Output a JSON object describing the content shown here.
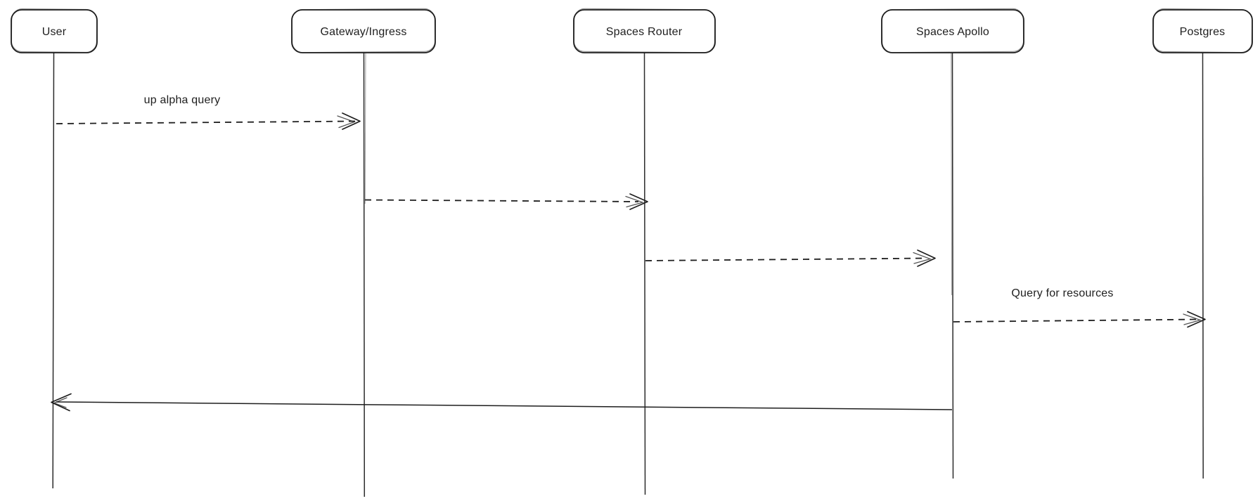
{
  "diagram": {
    "kind": "sequence-diagram",
    "style": "hand-drawn",
    "colors": {
      "background": "#ffffff",
      "stroke": "#1e1e1e",
      "text": "#1e1e1e"
    },
    "actors": [
      {
        "name": "User"
      },
      {
        "name": "Gateway/Ingress"
      },
      {
        "name": "Spaces Router"
      },
      {
        "name": "Spaces Apollo"
      },
      {
        "name": "Postgres"
      }
    ],
    "messages": [
      {
        "from": "User",
        "to": "Gateway/Ingress",
        "label": "up alpha query",
        "line": "dashed",
        "arrowhead": "open-chevron"
      },
      {
        "from": "Gateway/Ingress",
        "to": "Spaces Router",
        "label": "",
        "line": "dashed",
        "arrowhead": "open-chevron"
      },
      {
        "from": "Spaces Router",
        "to": "Spaces Apollo",
        "label": "",
        "line": "dashed",
        "arrowhead": "open-chevron"
      },
      {
        "from": "Spaces Apollo",
        "to": "Postgres",
        "label": "Query for resources",
        "line": "dashed",
        "arrowhead": "open-chevron"
      },
      {
        "from": "Spaces Apollo",
        "to": "User",
        "label": "",
        "line": "solid",
        "arrowhead": "open-chevron"
      }
    ]
  }
}
